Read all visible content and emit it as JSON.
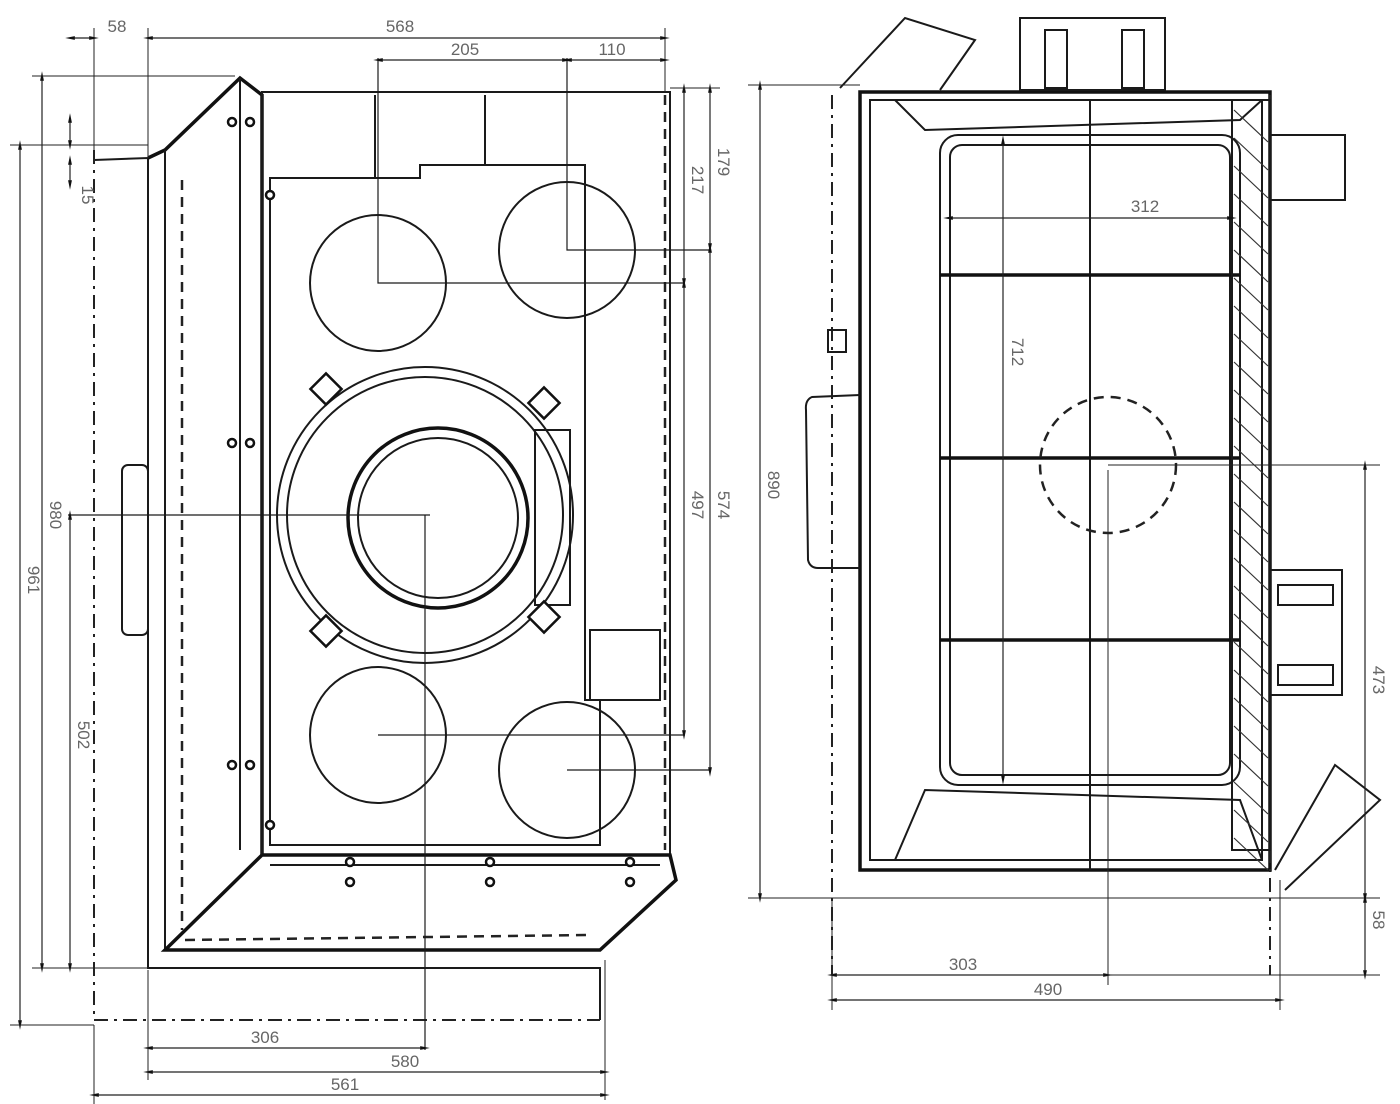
{
  "front_view": {
    "dimensions": {
      "left_offset": "58",
      "overall_width_top": "568",
      "circle_spacing": "205",
      "right_offset": "110",
      "step_height": "15",
      "overall_height": "961",
      "body_height": "980",
      "flue_height": "502",
      "top_offset_179": "179",
      "top_offset_217": "217",
      "spacing_497": "497",
      "spacing_574": "574",
      "flue_center": "306",
      "base_580": "580",
      "base_561": "561"
    }
  },
  "side_view": {
    "dimensions": {
      "firebox_width": "312",
      "firebox_height": "712",
      "overall_height": "890",
      "flue_height": "473",
      "base_offset": "58",
      "flue_center": "303",
      "overall_depth": "490"
    }
  }
}
